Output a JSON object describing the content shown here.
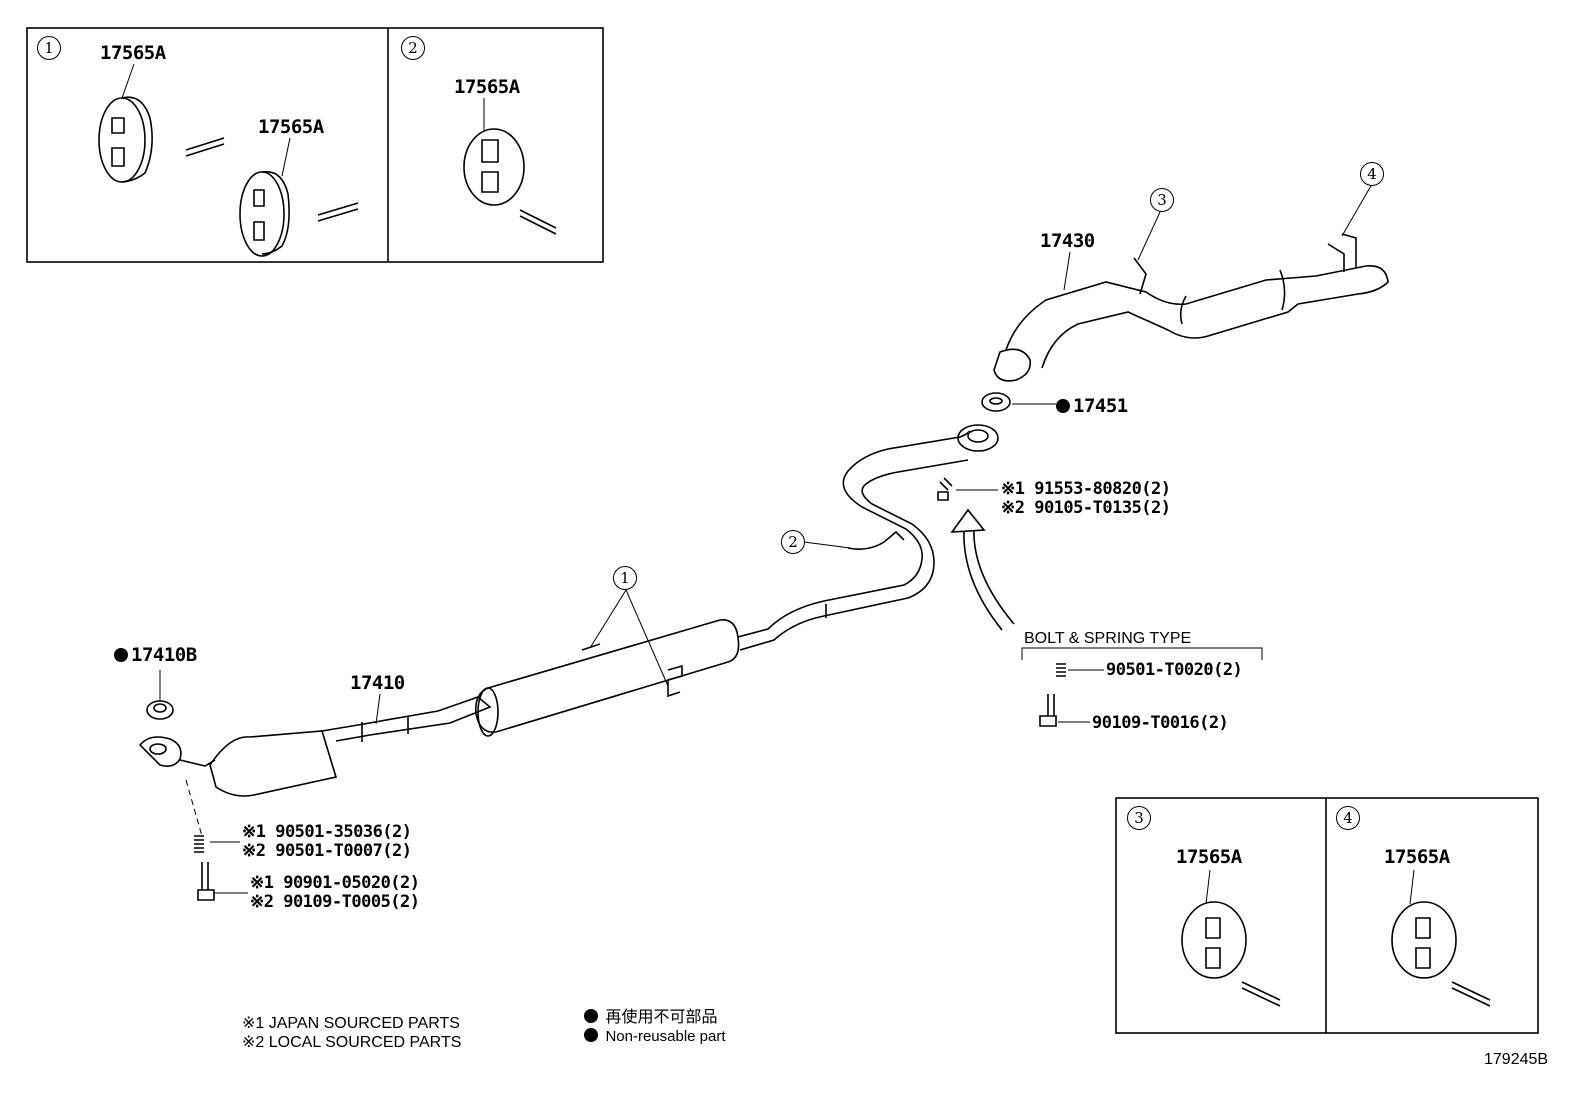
{
  "diagram_id": "179245B",
  "insets": [
    {
      "key": "1",
      "callouts": [
        "17565A",
        "17565A"
      ]
    },
    {
      "key": "2",
      "callouts": [
        "17565A"
      ]
    },
    {
      "key": "3",
      "callouts": [
        "17565A"
      ]
    },
    {
      "key": "4",
      "callouts": [
        "17565A"
      ]
    }
  ],
  "parts": {
    "front_pipe": "17410",
    "front_gasket": "17410B",
    "tail_pipe": "17430",
    "center_gasket": "17451"
  },
  "fasteners": {
    "front_spring": [
      "※1 90501-35036(2)",
      "※2 90501-T0007(2)"
    ],
    "front_bolt": [
      "※1 90901-05020(2)",
      "※2 90109-T0005(2)"
    ],
    "center_bolt": [
      "※1 91553-80820(2)",
      "※2 90105-T0135(2)"
    ],
    "bolt_spring_type_title": "BOLT & SPRING TYPE",
    "bst_spring": "90501-T0020(2)",
    "bst_bolt": "90109-T0016(2)"
  },
  "hanger_refs": [
    "1",
    "2",
    "3",
    "4"
  ],
  "legend": {
    "note1": "※1 JAPAN SOURCED PARTS",
    "note2": "※2 LOCAL SOURCED PARTS",
    "nonreusable_jp": "再使用不可部品",
    "nonreusable_en": "Non-reusable part"
  }
}
